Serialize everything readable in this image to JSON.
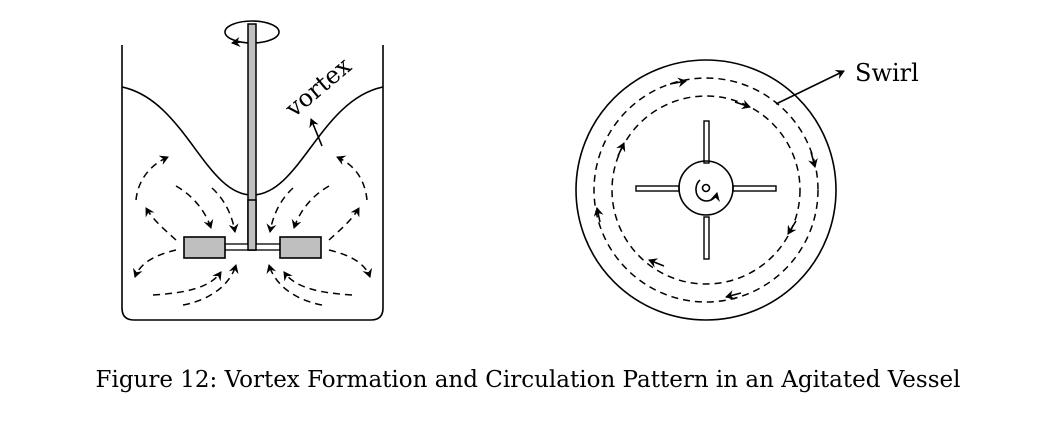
{
  "diagram": {
    "left_panel": {
      "vortex_label": "vortex"
    },
    "right_panel": {
      "swirl_label": "Swirl"
    },
    "caption": "Figure 12: Vortex Formation and Circulation Pattern in an Agitated Vessel",
    "colors": {
      "impeller_fill": "#bfbfbf",
      "line": "#000000"
    }
  }
}
